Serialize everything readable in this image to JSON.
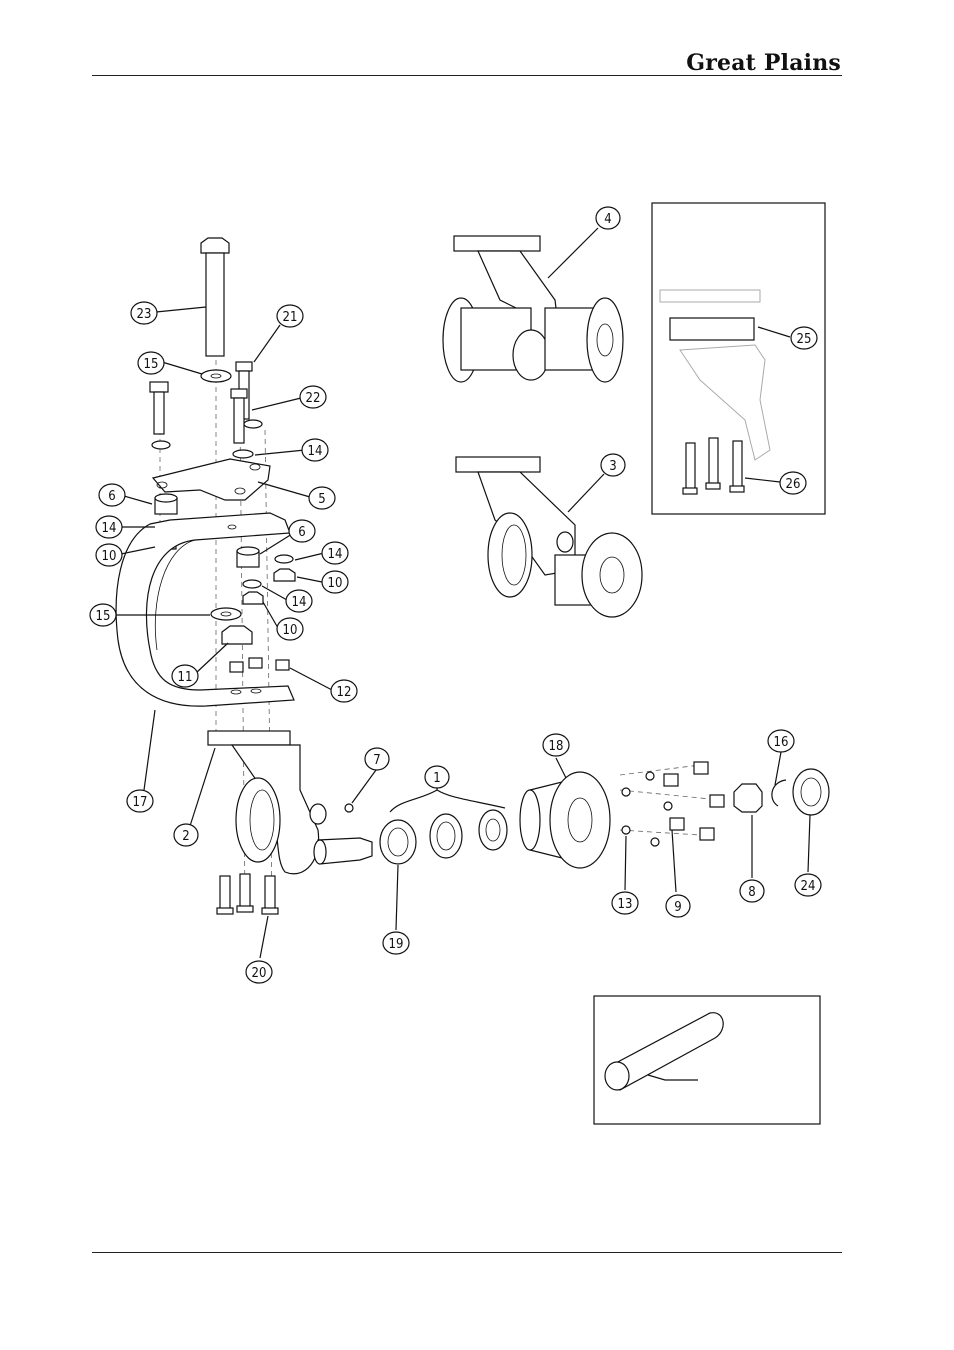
{
  "header": {
    "brand": "Great Plains"
  },
  "callouts": {
    "c1": "1",
    "c2": "2",
    "c3": "3",
    "c4": "4",
    "c5": "5",
    "c6a": "6",
    "c6b": "6",
    "c7": "7",
    "c8": "8",
    "c9": "9",
    "c10a": "10",
    "c10b": "10",
    "c10c": "10",
    "c11": "11",
    "c12": "12",
    "c13": "13",
    "c14a": "14",
    "c14b": "14",
    "c14c": "14",
    "c14d": "14",
    "c15a": "15",
    "c15b": "15",
    "c16": "16",
    "c17": "17",
    "c18": "18",
    "c19": "19",
    "c20": "20",
    "c21": "21",
    "c22": "22",
    "c23": "23",
    "c24": "24",
    "c25": "25",
    "c26": "26"
  }
}
